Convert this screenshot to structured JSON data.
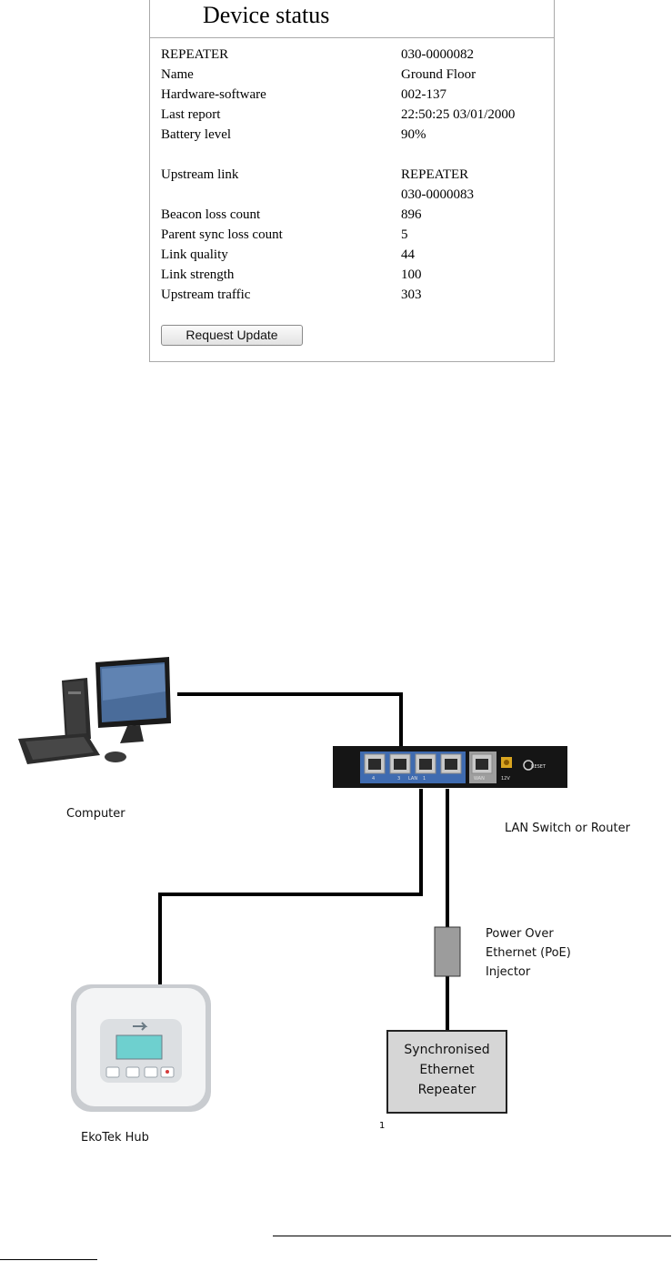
{
  "device_status": {
    "title": "Device status",
    "rows": [
      {
        "label": "REPEATER",
        "value": "030-0000082"
      },
      {
        "label": "Name",
        "value": "Ground Floor"
      },
      {
        "label": "Hardware-software",
        "value": "002-137"
      },
      {
        "label": "Last report",
        "value": "22:50:25 03/01/2000"
      },
      {
        "label": "Battery level",
        "value": "90%"
      },
      {
        "label": "Upstream link",
        "value": "REPEATER"
      },
      {
        "label": "",
        "value": "030-0000083"
      },
      {
        "label": "Beacon loss count",
        "value": "896"
      },
      {
        "label": "Parent sync loss count",
        "value": "5"
      },
      {
        "label": "Link quality",
        "value": "44"
      },
      {
        "label": "Link strength",
        "value": "100"
      },
      {
        "label": "Upstream traffic",
        "value": "303"
      }
    ],
    "button_label": "Request Update"
  },
  "diagram": {
    "computer_label": "Computer",
    "switch_label": "LAN Switch or Router",
    "poe_label_lines": [
      "Power Over",
      "Ethernet (PoE)",
      "Injector"
    ],
    "repeater_label_lines": [
      "Synchronised",
      "Ethernet",
      "Repeater"
    ],
    "hub_label": "EkoTek Hub",
    "switch_port_labels": [
      "4",
      "3",
      "LAN",
      "1",
      "WAN",
      "12V",
      "RESET"
    ],
    "footnote_mark": "1"
  }
}
